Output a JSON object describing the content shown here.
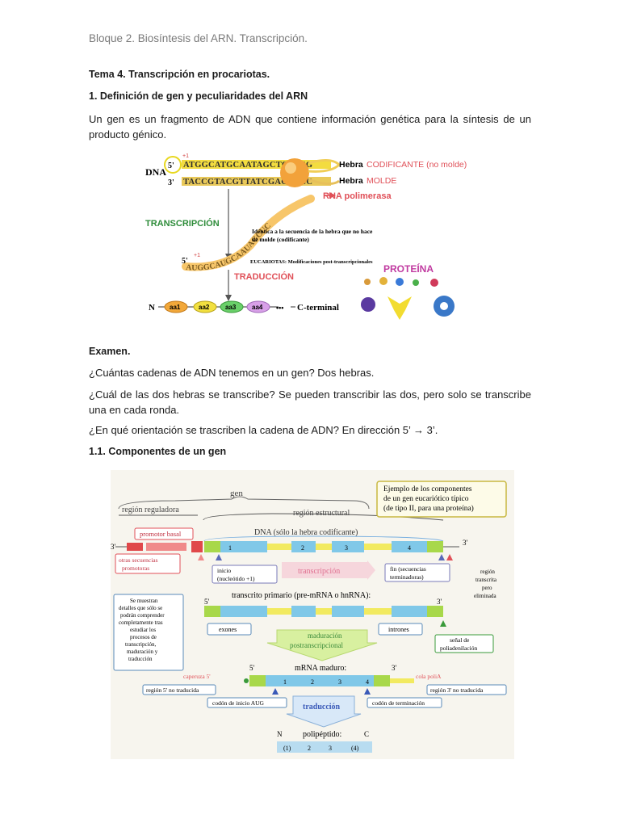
{
  "header": "Bloque 2. Biosíntesis del ARN. Transcripción.",
  "tema_title": "Tema 4. Transcripción en procariotas.",
  "section1_title": "1. Definición de gen y peculiaridades del ARN",
  "para1": "Un gen es un fragmento de ADN que contiene información genética para la síntesis de un producto génico.",
  "figure1": {
    "dna": "DNA",
    "five_prime": "5'",
    "three_prime": "3'",
    "plus_one": "+1",
    "top_seq": "ATGGCATGCAATAGCTCATCG",
    "bottom_seq": "TACCGTACGTTATCGAGTAGC",
    "hebra_label": "Hebra",
    "codificante": "CODIFICANTE (no molde)",
    "molde": "MOLDE",
    "rna_pol": "RNA polimerasa",
    "transcripcion": "TRANSCRIPCIÓN",
    "rna_seq": "AUGGCAUGCAAUAGCUC",
    "rna_five": "5'",
    "rna_plus": "+1",
    "identica": "Idéntica a la secuencia de la hebra que no hace",
    "identica2": "de molde (codificante)",
    "eucariotas": "EUCARIOTAS: Modificaciones post-transcripcionales",
    "traduccion": "TRADUCCIÓN",
    "proteina": "PROTEÍNA",
    "n_term": "N",
    "aa": [
      "aa1",
      "aa2",
      "aa3",
      "aa4"
    ],
    "c_term": "C-terminal",
    "dots": "•••"
  },
  "examen_title": "Examen.",
  "q1": "¿Cuántas cadenas de ADN tenemos en un gen? Dos hebras.",
  "q2": "¿Cuál de las dos hebras se transcribe? Se pueden transcribir las dos, pero solo se transcribe una en cada ronda.",
  "q3": "¿En qué orientación se trascriben la cadena de ADN? En dirección 5’ → 3’.",
  "section11_title": "1.1. Componentes de un gen",
  "figure2": {
    "gen": "gen",
    "region_reguladora": "región reguladora",
    "region_estructural": "región estructural",
    "ejemplo": [
      "Ejemplo de los componentes",
      "de un gen eucariótico típico",
      "(de tipo II, para una proteína)"
    ],
    "dna_label": "DNA (sólo la hebra codificante)",
    "three_prime": "3'",
    "five_prime": "5'",
    "promotor_basal": "promotor basal",
    "otras": [
      "otras secuencias",
      "promotoras"
    ],
    "inicio": [
      "inicio",
      "(nucleótido +1)"
    ],
    "transcripcion": "transcripción",
    "fin": [
      "fin (secuencias",
      "terminadoras)"
    ],
    "region_transcrita": [
      "región",
      "transcrita",
      "pero",
      "eliminada"
    ],
    "exon_nums": [
      "1",
      "2",
      "3",
      "4"
    ],
    "transcrito": "transcrito primario (pre-mRNA o hnRNA):",
    "se_muestran": [
      "Se muestran",
      "detalles que sólo se",
      "podrán comprender",
      "completamente tras",
      "estudiar los",
      "procesos de",
      "transcripción,",
      "maduración y",
      "traducción"
    ],
    "exones": "exones",
    "intrones": "intrones",
    "senal": [
      "señal de",
      "poliadenilación"
    ],
    "maduracion": [
      "maduración",
      "postranscripcional"
    ],
    "mrna_maduro": "mRNA maduro:",
    "caperuza": "caperuza 5'",
    "cola": "cola poliA",
    "region5": "región 5' no traducida",
    "region3": "región 3' no traducida",
    "codon_inicio": "codón de inicio AUG",
    "codon_term": "codón de terminación",
    "traduccion": "traducción",
    "polipeptido": "polipéptido:",
    "n": "N",
    "c": "C",
    "pep": [
      "(1)",
      "2",
      "3",
      "(4)"
    ]
  }
}
